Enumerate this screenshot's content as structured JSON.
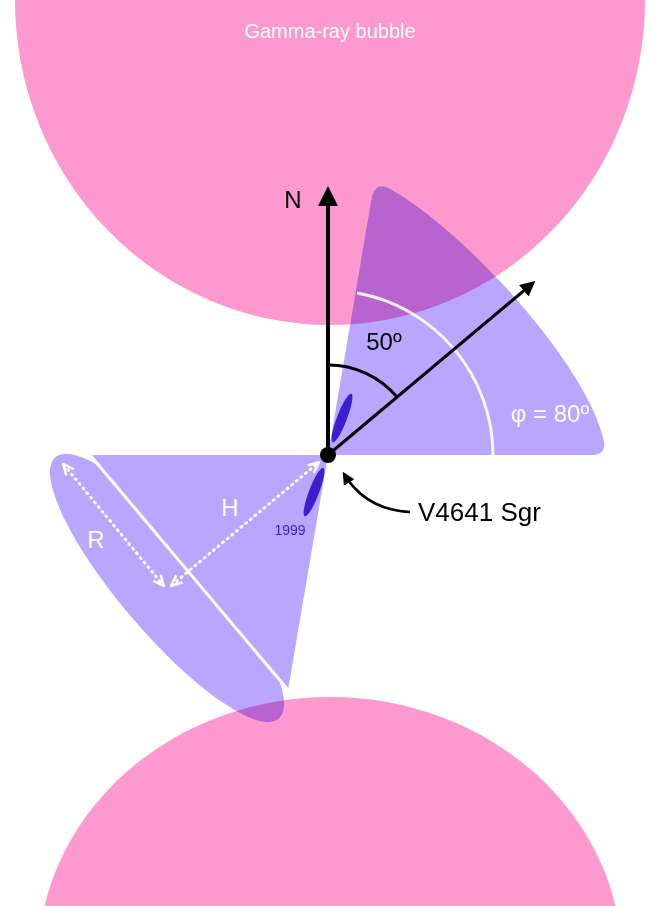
{
  "diagram": {
    "nodes": [
      {
        "text": [
          "Gamma-ray bubble"
        ]
      }
    ],
    "labels": [
      "N",
      "50º",
      "φ = 80º",
      "V4641 Sgr",
      "R",
      "H",
      "1999"
    ]
  }
}
